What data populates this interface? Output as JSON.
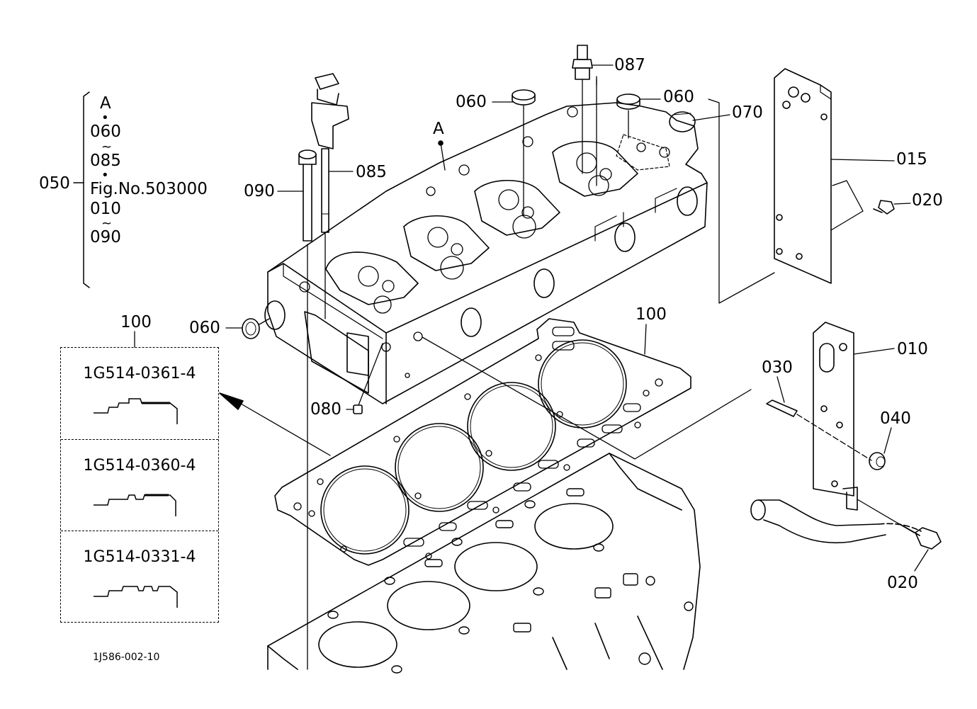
{
  "drawing_id": "1J586-002-10",
  "assembly_callout": {
    "number": "050",
    "contents": [
      "A",
      "060",
      "085",
      "Fig.No.503000",
      "010",
      "090"
    ],
    "dot_glyph": "•",
    "range_glyph": "~"
  },
  "view_marker": "A",
  "callouts": {
    "c087": "087",
    "c060_top_left": "060",
    "c060_top_right": "060",
    "c070": "070",
    "c015": "015",
    "c020_top": "020",
    "c085": "085",
    "c090": "090",
    "c060_left": "060",
    "c080": "080",
    "c100_right": "100",
    "c010": "010",
    "c030": "030",
    "c040": "040",
    "c020_bottom": "020"
  },
  "gasket_legend": {
    "callout": "100",
    "variants": [
      {
        "part_number": "1G514-0361-4"
      },
      {
        "part_number": "1G514-0360-4"
      },
      {
        "part_number": "1G514-0331-4"
      }
    ]
  }
}
